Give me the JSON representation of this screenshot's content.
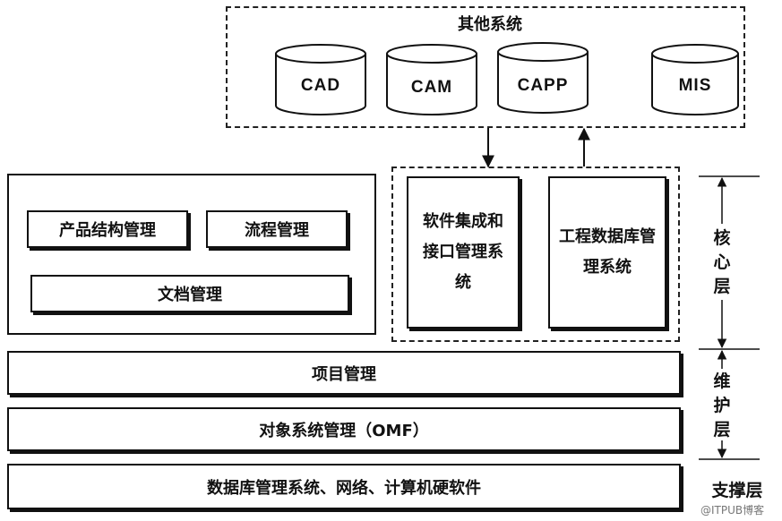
{
  "other_systems": {
    "title": "其他系统",
    "items": [
      "CAD",
      "CAM",
      "CAPP",
      "MIS"
    ]
  },
  "core": {
    "left": {
      "product_structure": "产品结构管理",
      "workflow": "流程管理",
      "document": "文档管理"
    },
    "integration": "软件集成和接口管理系统",
    "engineering_db": "工程数据库管理系统"
  },
  "project_management": "项目管理",
  "object_management": "对象系统管理（OMF）",
  "support_base": "数据库管理系统、网络、计算机硬软件",
  "layers": {
    "core": "核心层",
    "maintenance": "维护层",
    "support": "支撑层"
  },
  "watermark": "@ITPUB博客"
}
